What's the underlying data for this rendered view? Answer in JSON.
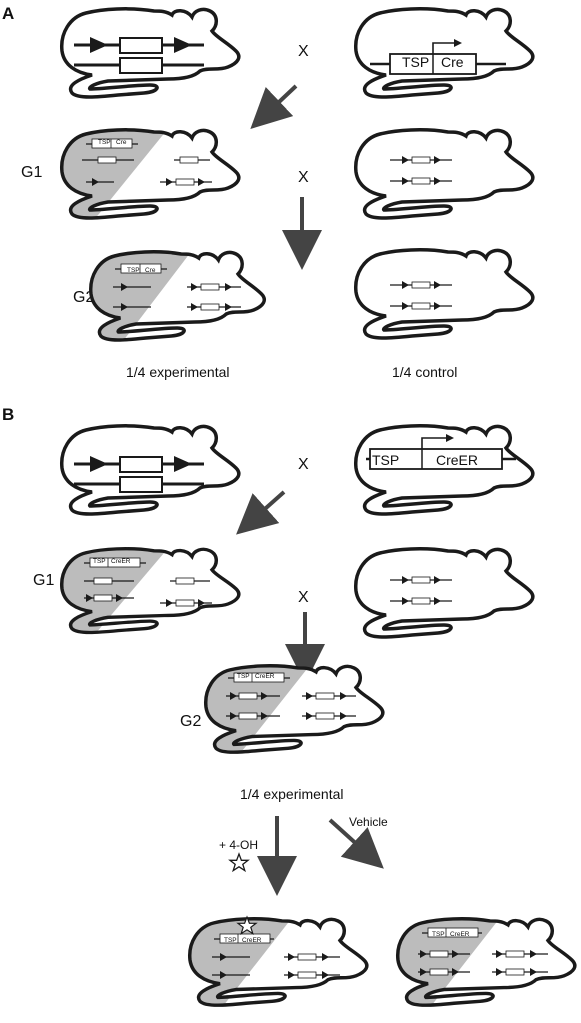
{
  "panels": {
    "a": {
      "label": "A",
      "cross_symbol_1": "X",
      "cross_symbol_2": "X",
      "driver_promoter": "TSP",
      "driver_recombinase": "Cre",
      "g1_label": "G1",
      "g2_label": "G2",
      "experimental_caption": "1/4 experimental",
      "control_caption": "1/4 control"
    },
    "b": {
      "label": "B",
      "cross_symbol_1": "X",
      "cross_symbol_2": "X",
      "driver_promoter": "TSP",
      "driver_recombinase": "CreER",
      "g1_label": "G1",
      "g2_label": "G2",
      "experimental_caption": "1/4 experimental",
      "treatment_label": "+ 4-OH",
      "vehicle_label": "Vehicle"
    }
  },
  "colors": {
    "outline": "#1a1a1a",
    "gray_fill": "#bcbcbc",
    "arrow": "#444444",
    "background": "#ffffff"
  }
}
